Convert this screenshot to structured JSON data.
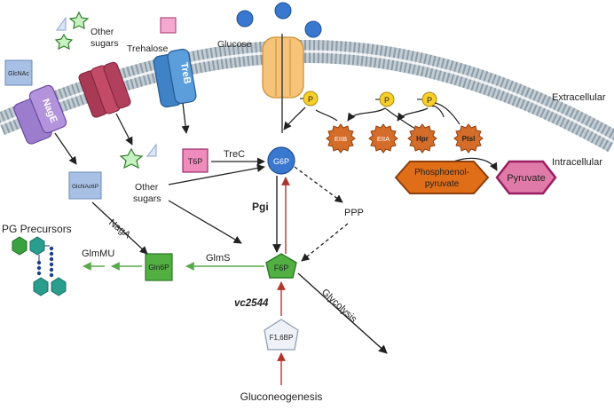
{
  "labels": {
    "glcnac": "GlcNAc",
    "other_sugars_top_1": "Other",
    "other_sugars_top_2": "sugars",
    "trehalose": "Trehalose",
    "glucose": "Glucose",
    "extracellular": "Extracellular",
    "intracellular": "Intracellular",
    "nage": "NagE",
    "treb": "TreB",
    "glcnac6p": "GlcNAc6P",
    "t6p": "T6P",
    "trec": "TreC",
    "g6p": "G6P",
    "other_sugars_mid_1": "Other",
    "other_sugars_mid_2": "sugars",
    "pgi": "Pgi",
    "ppp": "PPP",
    "naga": "NagA",
    "pg_precursors": "PG Precursors",
    "glmu": "GlmMU",
    "gln6p": "Gln6P",
    "glms": "GlmS",
    "f6p": "F6P",
    "glycolysis": "Glycolysis",
    "vc2544": "vc2544",
    "f16bp": "F1,6BP",
    "gluconeogenesis": "Gluconeogenesis",
    "p": "P",
    "eiib": "EIIB",
    "eiia": "EIIA",
    "hpr": "Hpr",
    "ptsi": "PtsI",
    "pep_1": "Phosphoenol-",
    "pep_2": "pyruvate",
    "pyruvate": "Pyruvate"
  },
  "colors": {
    "membrane": "#9aa9b4",
    "membrane_dark": "#6f7f8a",
    "glucose_blue": "#3a78cf",
    "phosphate_yellow": "#f7cf2a",
    "pts_orange": "#d56d2a",
    "pep_orange": "#e06e18",
    "pyruvate_pink": "#e07aa8",
    "pyruvate_border": "#9a1e63",
    "treb_blue": "#4d8fd1",
    "nage_purple": "#a07cd0",
    "porin_red": "#b23a52",
    "trehalose_pink": "#e77fb5",
    "green_node": "#52b043",
    "green_arrow": "#5aa84b",
    "red_arrow": "#b0362b",
    "teal": "#2a9d8f"
  },
  "icons": [
    "star-icon",
    "triangle-icon",
    "square-icon",
    "circle-icon",
    "hexagon-icon",
    "pentagon-icon",
    "starburst-icon"
  ]
}
